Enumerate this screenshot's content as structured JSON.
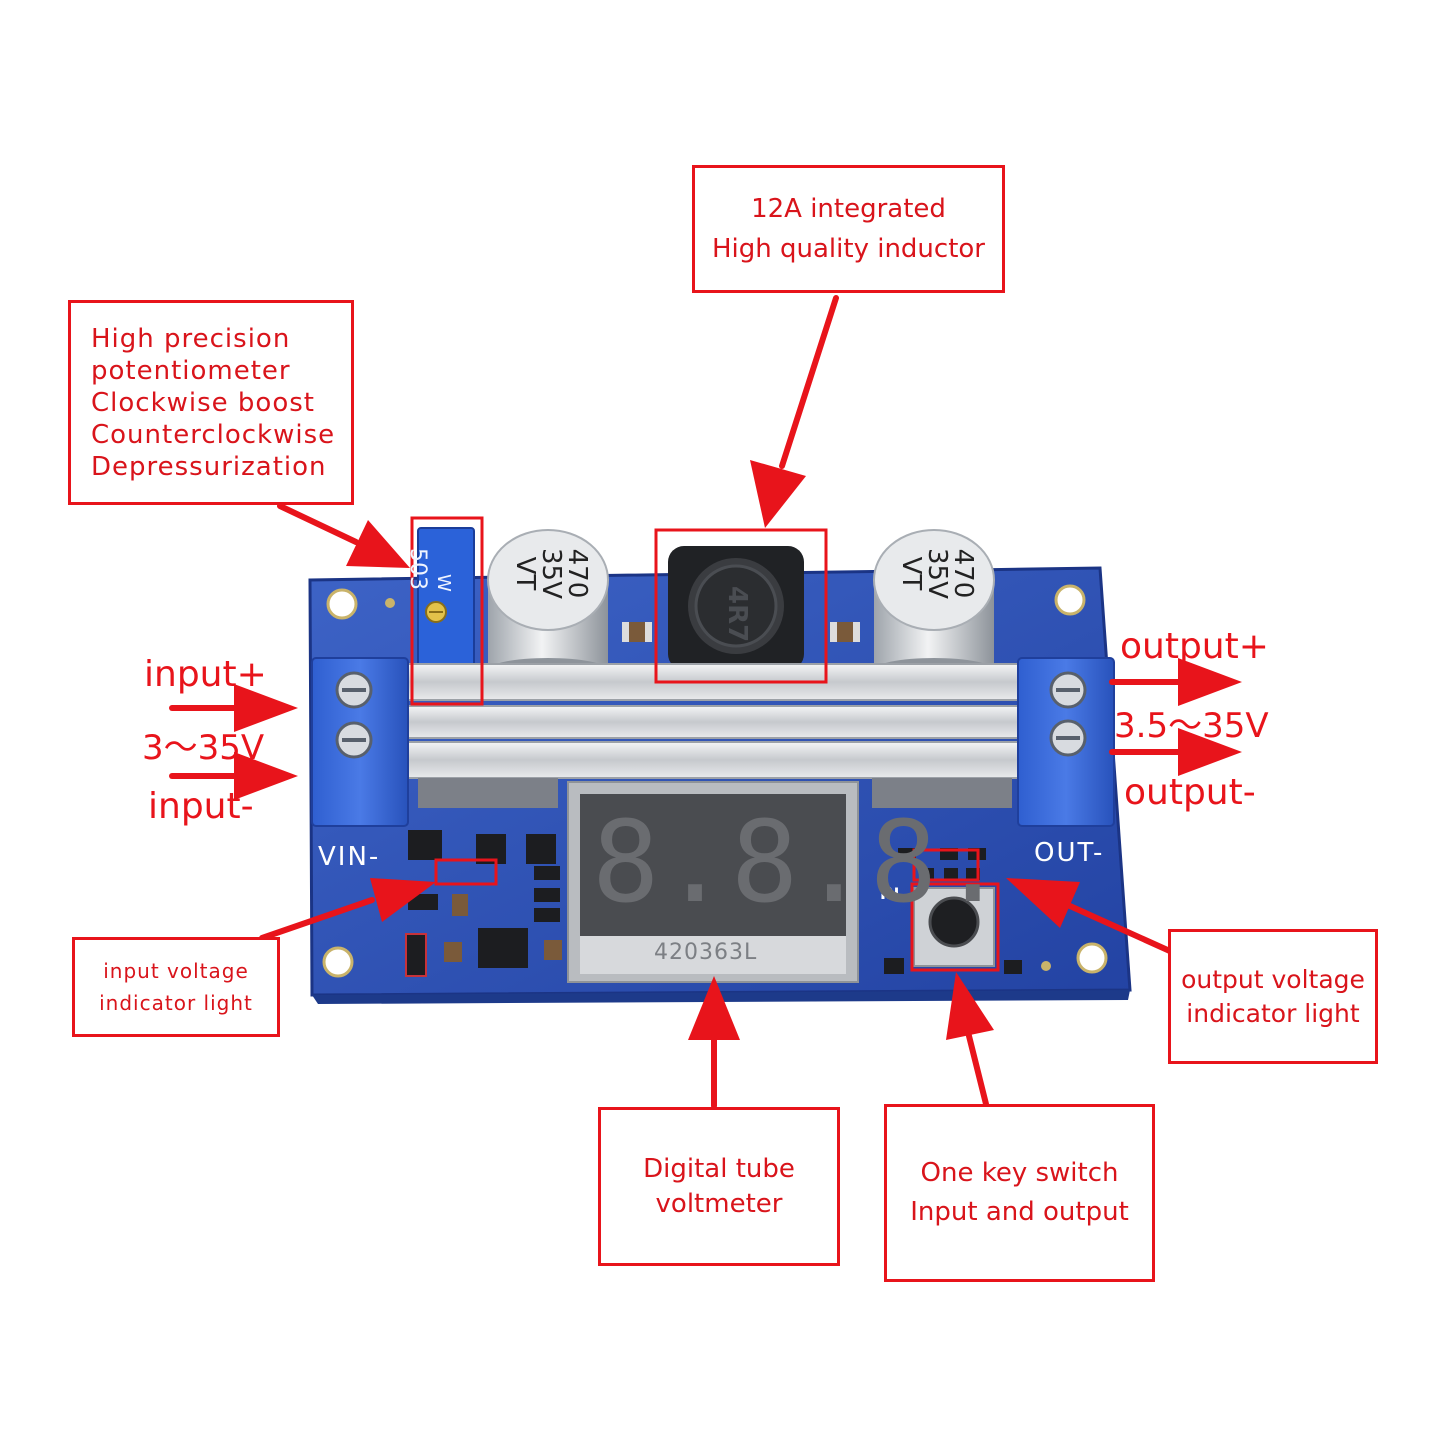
{
  "callouts": {
    "inductor": [
      "12A integrated",
      "High quality inductor"
    ],
    "potentiometer": [
      "High precision",
      "potentiometer",
      "Clockwise boost",
      "Counterclockwise",
      "Depressurization"
    ],
    "input_led": [
      "input voltage",
      "indicator light"
    ],
    "output_led": [
      "output voltage",
      "indicator light"
    ],
    "voltmeter": [
      "Digital tube",
      "voltmeter"
    ],
    "switch": [
      "One key switch",
      "Input and output"
    ]
  },
  "terminals": {
    "input_plus": "input+",
    "input_range": "3～35V",
    "input_minus": "input-",
    "output_plus": "output+",
    "output_range": "3.5～35V",
    "output_minus": "output-"
  },
  "board": {
    "vin_label": "VIN-",
    "out_label": "OUT-",
    "in_label": "IN",
    "pot_marking": "503",
    "pot_marking2": "W",
    "cap_left": [
      "470",
      "35V",
      "VT"
    ],
    "cap_right": [
      "470",
      "35V",
      "VT"
    ],
    "inductor_marking": "4R7",
    "display_digits": "8.8.8.",
    "display_part": "420363L"
  },
  "colors": {
    "accent": "#e8141b",
    "pcb": "#2c52b8",
    "terminal": "#3867d6"
  }
}
